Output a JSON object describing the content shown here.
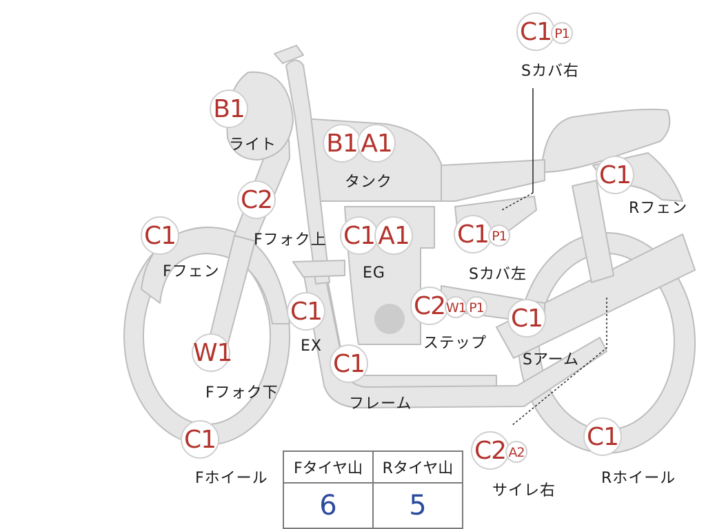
{
  "parts": [
    {
      "id": "s-cover-right",
      "label": "Sカバ右",
      "grades": [
        {
          "code": "C1",
          "size": "big"
        },
        {
          "code": "P1",
          "size": "small"
        }
      ]
    },
    {
      "id": "light",
      "label": "ライト",
      "grades": [
        {
          "code": "B1",
          "size": "big"
        }
      ]
    },
    {
      "id": "tank",
      "label": "タンク",
      "grades": [
        {
          "code": "B1",
          "size": "big"
        },
        {
          "code": "A1",
          "size": "big"
        }
      ]
    },
    {
      "id": "r-fender",
      "label": "Rフェン",
      "grades": [
        {
          "code": "C1",
          "size": "big"
        }
      ]
    },
    {
      "id": "f-fork-upper",
      "label": "Fフォク上",
      "grades": [
        {
          "code": "C2",
          "size": "big"
        }
      ]
    },
    {
      "id": "f-fender",
      "label": "Fフェン",
      "grades": [
        {
          "code": "C1",
          "size": "big"
        }
      ]
    },
    {
      "id": "engine",
      "label": "EG",
      "grades": [
        {
          "code": "C1",
          "size": "big"
        },
        {
          "code": "A1",
          "size": "big"
        }
      ]
    },
    {
      "id": "s-cover-left",
      "label": "Sカバ左",
      "grades": [
        {
          "code": "C1",
          "size": "big"
        },
        {
          "code": "P1",
          "size": "small"
        }
      ]
    },
    {
      "id": "exhaust",
      "label": "EX",
      "grades": [
        {
          "code": "C1",
          "size": "big"
        }
      ]
    },
    {
      "id": "step",
      "label": "ステップ",
      "grades": [
        {
          "code": "C2",
          "size": "big"
        },
        {
          "code": "W1",
          "size": "small"
        },
        {
          "code": "P1",
          "size": "small"
        }
      ]
    },
    {
      "id": "swing-arm",
      "label": "Sアーム",
      "grades": [
        {
          "code": "C1",
          "size": "big"
        }
      ]
    },
    {
      "id": "f-fork-lower",
      "label": "Fフォク下",
      "grades": [
        {
          "code": "W1",
          "size": "big"
        }
      ]
    },
    {
      "id": "frame",
      "label": "フレーム",
      "grades": [
        {
          "code": "C1",
          "size": "big"
        }
      ]
    },
    {
      "id": "f-wheel",
      "label": "Fホイール",
      "grades": [
        {
          "code": "C1",
          "size": "big"
        }
      ]
    },
    {
      "id": "silencer-right",
      "label": "サイレ右",
      "grades": [
        {
          "code": "C2",
          "size": "big"
        },
        {
          "code": "A2",
          "size": "small"
        }
      ]
    },
    {
      "id": "r-wheel",
      "label": "Rホイール",
      "grades": [
        {
          "code": "C1",
          "size": "big"
        }
      ]
    }
  ],
  "tire_table": {
    "headers": [
      "Fタイヤ山",
      "Rタイヤ山"
    ],
    "values": [
      "6",
      "5"
    ]
  },
  "colors": {
    "grade_text": "#b3332c",
    "tire_value": "#2a4a9e",
    "bike_fill": "#e6e6e6",
    "bike_stroke": "#bdbdbd"
  }
}
